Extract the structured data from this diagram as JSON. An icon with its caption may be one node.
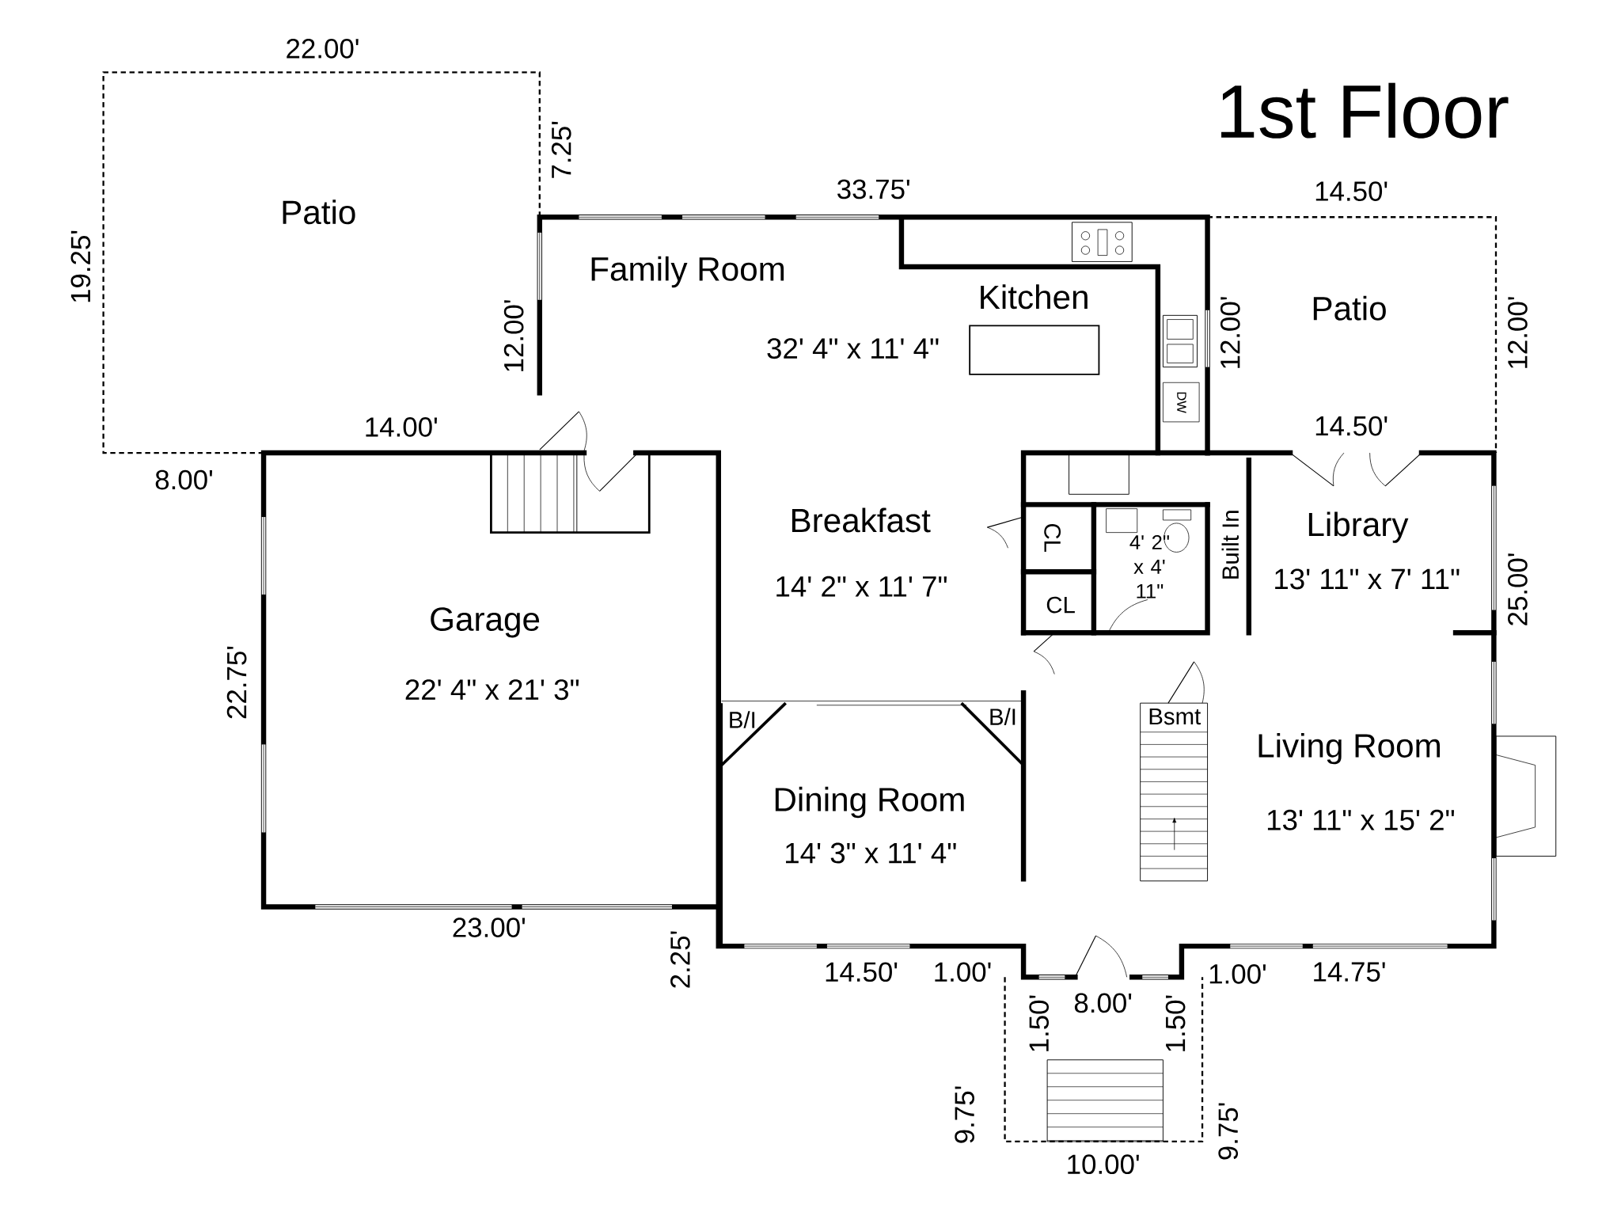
{
  "diagram": {
    "title": "1st Floor",
    "nodes": [
      {
        "text": [
          "Patio"
        ]
      },
      {
        "text": [
          "Family Room",
          "32' 4\" x 11' 4\""
        ]
      },
      {
        "text": [
          "Kitchen"
        ]
      },
      {
        "text": [
          "Patio"
        ]
      },
      {
        "text": [
          "Breakfast",
          "14' 2\" x 11' 7\""
        ]
      },
      {
        "text": [
          "CL"
        ]
      },
      {
        "text": [
          "4' 2\" x 4' 11\""
        ]
      },
      {
        "text": [
          "Built In"
        ]
      },
      {
        "text": [
          "Library",
          "13' 11\" x 7' 11\""
        ]
      },
      {
        "text": [
          "Garage",
          "22' 4\" x 21' 3\""
        ]
      },
      {
        "text": [
          "CL"
        ]
      },
      {
        "text": [
          "B/I"
        ]
      },
      {
        "text": [
          "B/I"
        ]
      },
      {
        "text": [
          "Bsmt"
        ]
      },
      {
        "text": [
          "Living Room",
          "13' 11\" x 15' 2\""
        ]
      },
      {
        "text": [
          "Dining Room",
          "14' 3\" x 11' 4\""
        ]
      }
    ],
    "labels": [
      "22.00'",
      "7.25'",
      "33.75'",
      "14.50'",
      "19.25'",
      "12.00'",
      "12.00'",
      "12.00'",
      "DW",
      "14.00'",
      "14.50'",
      "8.00'",
      "25.00'",
      "22.75'",
      "23.00'",
      "2.25'",
      "14.50'",
      "1.00'",
      "1.00'",
      "14.75'",
      "8.00'",
      "1.50'",
      "1.50'",
      "9.75'",
      "9.75'",
      "10.00'"
    ]
  }
}
